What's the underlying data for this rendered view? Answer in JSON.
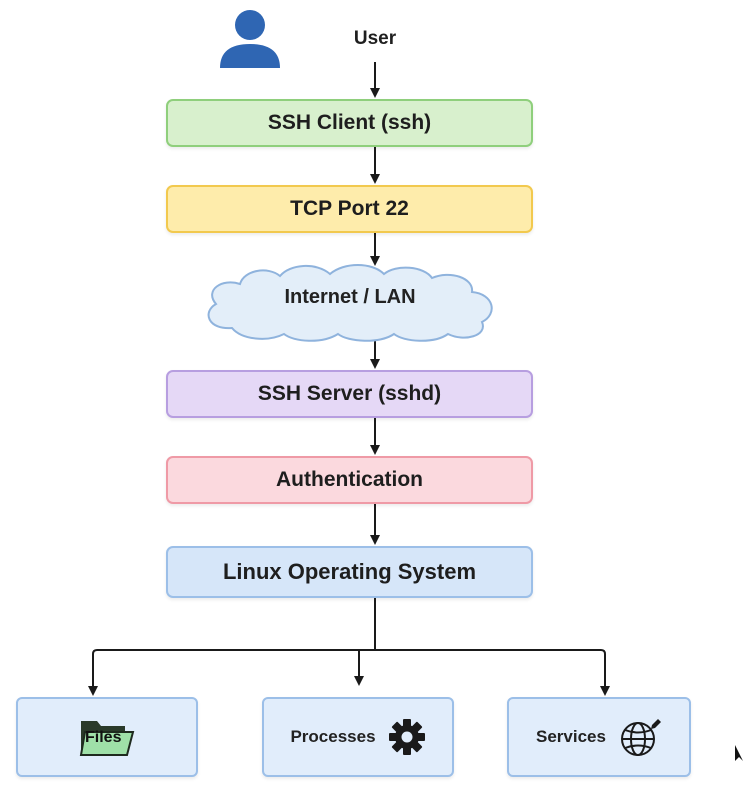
{
  "user": {
    "label": "User",
    "icon": "user-icon"
  },
  "nodes": {
    "ssh_client": "SSH Client (ssh)",
    "tcp_port": "TCP Port 22",
    "network": "Internet / LAN",
    "ssh_server": "SSH Server (sshd)",
    "authentication": "Authentication",
    "os": "Linux Operating System"
  },
  "leaves": {
    "files": {
      "label": "Files",
      "icon": "folder-icon"
    },
    "processes": {
      "label": "Processes",
      "icon": "gear-icon"
    },
    "services": {
      "label": "Services",
      "icon": "globe-icon"
    }
  },
  "colors": {
    "ssh_client": "#d8f0cd",
    "tcp_port": "#feecab",
    "network": "#e3eef9",
    "ssh_server": "#e5d8f6",
    "authentication": "#fbd9de",
    "os": "#d6e6f9",
    "user_icon": "#2f66b3",
    "connector": "#1a1a1a"
  }
}
